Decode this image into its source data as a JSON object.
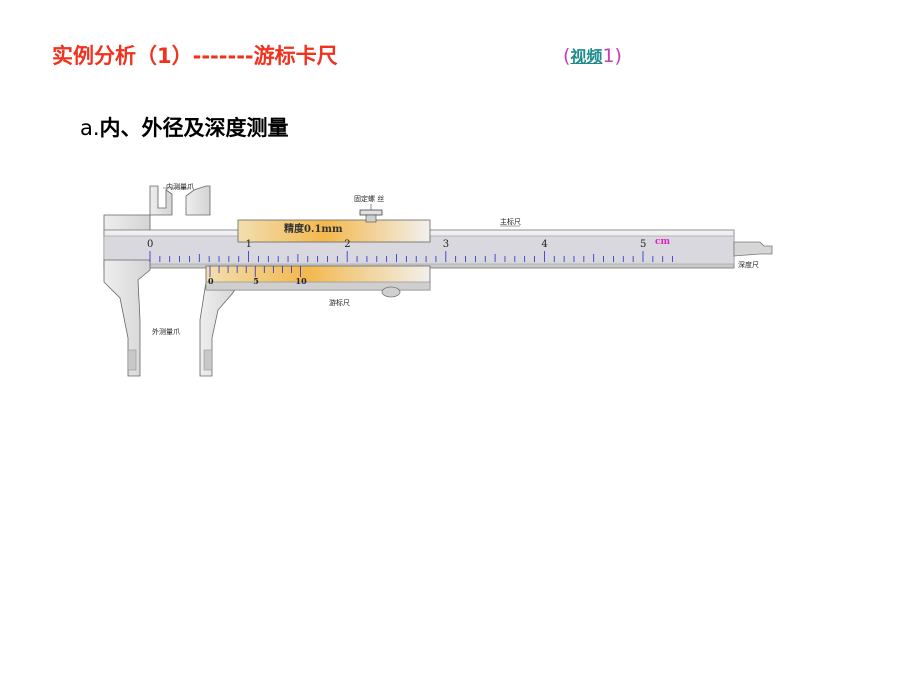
{
  "header": {
    "title": "实例分析（1）-------游标卡尺",
    "video_open": "(",
    "video_link": "视频",
    "video_close": "1)"
  },
  "subtitle": {
    "prefix": "a.",
    "text": "内、外径及深度测量"
  },
  "diagram": {
    "labels": {
      "inner_jaw": "内测量爪",
      "screw": "固定螺 丝",
      "main_scale": "主标尺",
      "precision": "精度0.1mm",
      "depth": "深度尺",
      "vernier": "游标尺",
      "outer_jaw": "外测量爪",
      "unit": "cm"
    },
    "main_scale_numbers": [
      "0",
      "1",
      "2",
      "3",
      "4",
      "5"
    ],
    "vernier_numbers": [
      "0",
      "5",
      "10"
    ],
    "colors": {
      "unit": "#e020c0",
      "ticks": "#2a2ad0",
      "vernier_fill_start": "#f0dca8",
      "vernier_fill_mid": "#f2b850"
    }
  }
}
